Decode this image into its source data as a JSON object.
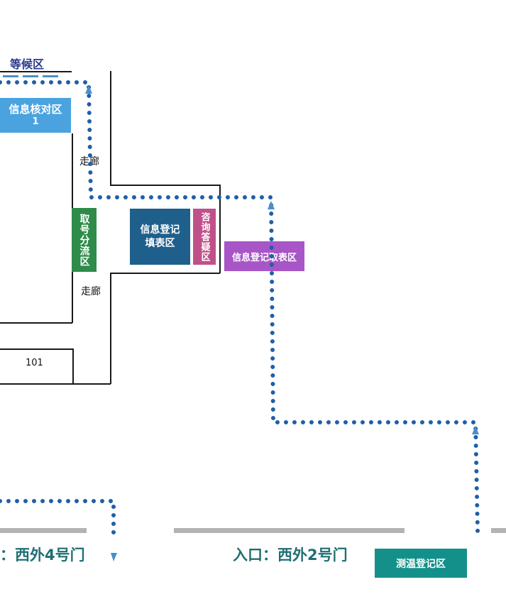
{
  "waiting_area": {
    "label": "等候区"
  },
  "zones": {
    "info_check": {
      "line1": "信息核对区",
      "line2": "1"
    },
    "ticket_split": {
      "label": "取号分流区"
    },
    "info_fill": {
      "label": "信息登记填表区"
    },
    "consult": {
      "label": "咨询答疑区"
    },
    "form_pickup": {
      "label": "信息登记取表区"
    },
    "temp_register": {
      "label": "测温登记区"
    }
  },
  "corridors": {
    "upper": "走廊",
    "lower": "走廊"
  },
  "rooms": {
    "room_101": "101"
  },
  "entrances": {
    "west4": "：西外4号门",
    "west2": "入口：西外2号门"
  },
  "colors": {
    "info_check": "#4aa3df",
    "ticket_split": "#2e8b4a",
    "info_fill": "#1f5f8b",
    "consult": "#c0508a",
    "form_pickup": "#a855c7",
    "temp_register": "#14908a",
    "route": "#1f5fa8",
    "arrow": "#4a90c8",
    "entrance_text": "#1f6f73",
    "waiting_text": "#2b3a8c"
  }
}
